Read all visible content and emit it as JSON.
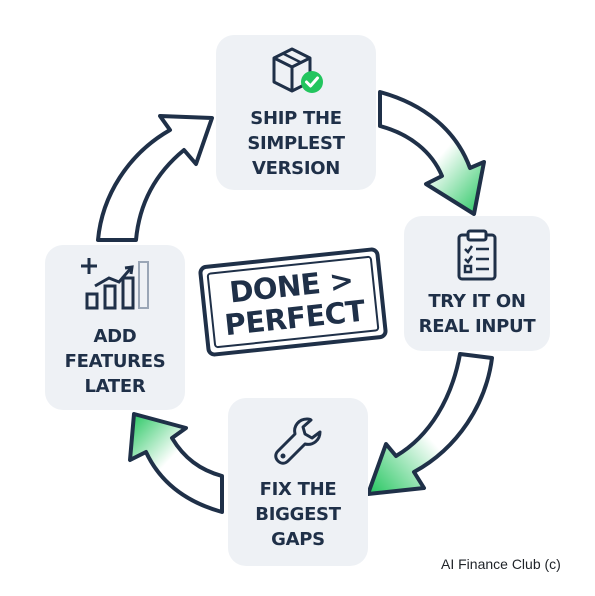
{
  "steps": [
    {
      "label": "SHIP THE\nSIMPLEST\nVERSION",
      "icon": "box-check-icon"
    },
    {
      "label": "TRY IT ON\nREAL INPUT",
      "icon": "clipboard-checklist-icon"
    },
    {
      "label": "FIX THE\nBIGGEST\nGAPS",
      "icon": "wrench-icon"
    },
    {
      "label": "ADD\nFEATURES\nLATER",
      "icon": "growth-bars-plus-icon"
    }
  ],
  "center_stamp": "DONE >\nPERFECT",
  "credit": "AI Finance Club (c)",
  "colors": {
    "navy": "#1f3048",
    "green": "#22c55e",
    "card_bg": "#eef1f5",
    "arrow_fill": "#ffffff"
  }
}
